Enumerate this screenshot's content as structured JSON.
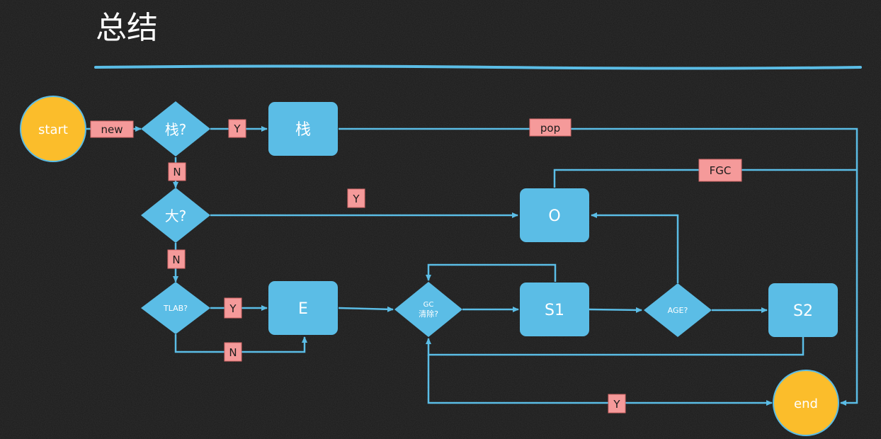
{
  "title": "总结",
  "colors": {
    "background": "#1b1b1b",
    "node_fill": "#5bbde6",
    "terminal_fill": "#fbbd2b",
    "label_fill": "#f59a9a",
    "line": "#5bbde6"
  },
  "nodes": {
    "start": "start",
    "stack_q": "栈?",
    "stack": "栈",
    "big_q": "大?",
    "old": "O",
    "tlab_q": "TLAB?",
    "eden": "E",
    "gc_q_line1": "GC",
    "gc_q_line2": "清除?",
    "s1": "S1",
    "age_q": "AGE?",
    "s2": "S2",
    "end": "end"
  },
  "labels": {
    "new": "new",
    "stack_yes": "Y",
    "pop": "pop",
    "stack_no": "N",
    "big_yes": "Y",
    "fgc": "FGC",
    "big_no": "N",
    "tlab_yes": "Y",
    "tlab_no": "N",
    "gc_yes": "Y"
  }
}
